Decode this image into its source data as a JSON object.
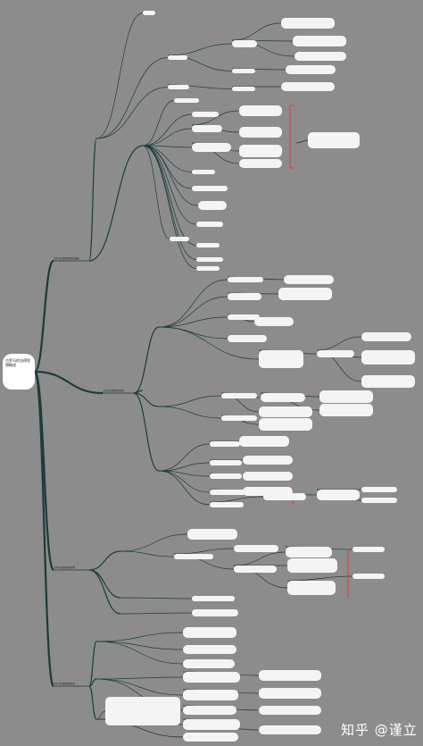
{
  "root": {
    "title": "古罗马的法律思想概述"
  },
  "branches": [
    {
      "label": "古罗马法律思想的理论基础"
    },
    {
      "label": "古罗马法律思想的发展"
    },
    {
      "label": "古罗马法律思想的实践"
    },
    {
      "label": "古罗马法律思想的影响"
    }
  ],
  "colors": {
    "background": "#8c8c8c",
    "line": "#1d3b3b",
    "node": "#f4f4f4",
    "highlight": "#e03c3c"
  },
  "watermark": {
    "text": "知乎 @谨立"
  }
}
